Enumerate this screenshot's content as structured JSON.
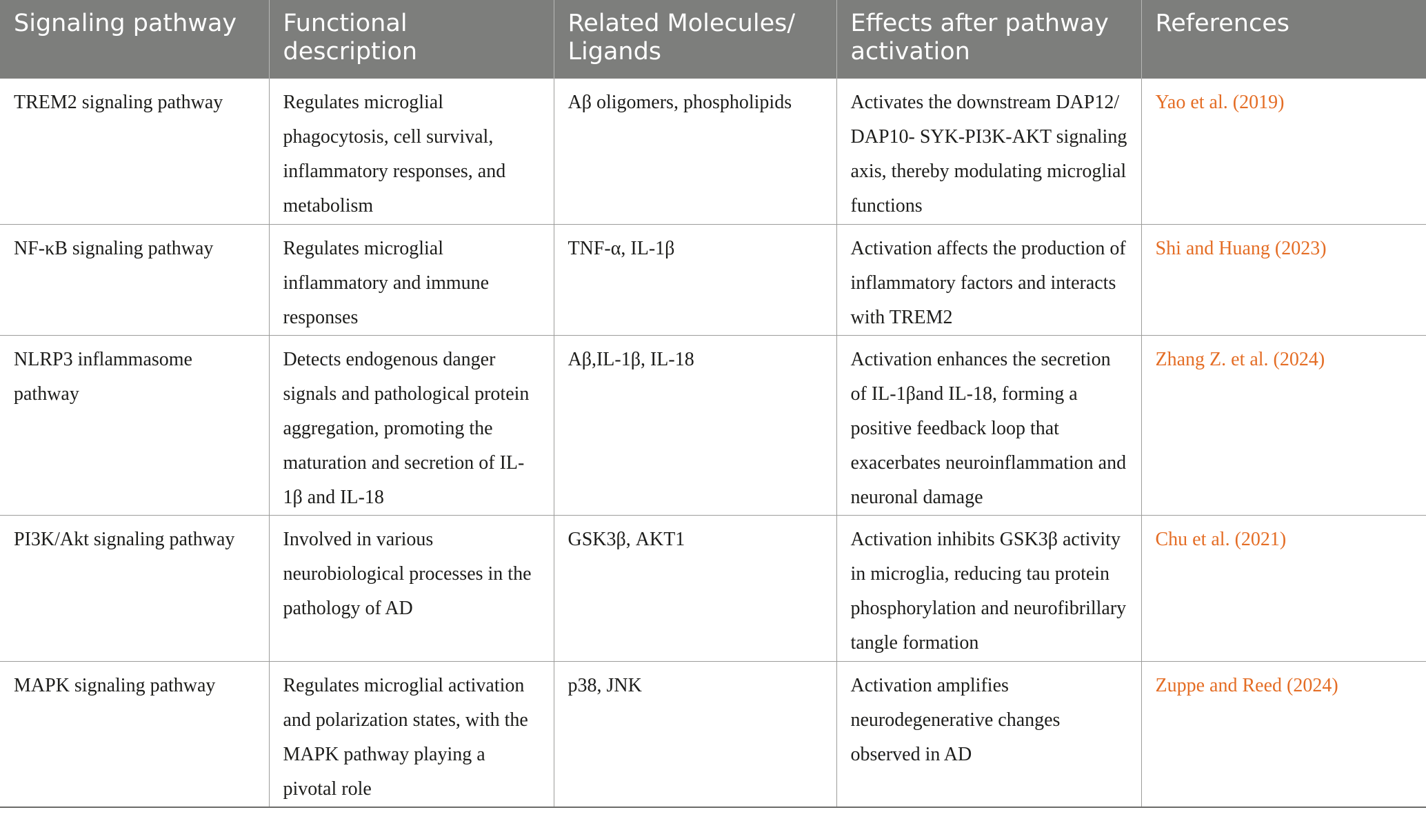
{
  "table": {
    "headers": [
      "Signaling pathway",
      "Functional description",
      "Related Molecules/ Ligands",
      "Effects after pathway activation",
      "References"
    ],
    "rows": [
      {
        "pathway": "TREM2 signaling pathway",
        "description": "Regulates microglial phagocytosis, cell survival, inflammatory responses, and metabolism",
        "molecules": "Aβ oligomers, phospholipids",
        "effects": "Activates the downstream DAP12/ DAP10- SYK-PI3K-AKT signaling axis, thereby modulating microglial functions",
        "reference": "Yao et al. (2019)"
      },
      {
        "pathway": "NF-κB signaling pathway",
        "description": "Regulates microglial inflammatory and immune responses",
        "molecules": "TNF-α, IL-1β",
        "effects": "Activation affects the production of inflammatory factors and interacts with TREM2",
        "reference": "Shi and Huang (2023)"
      },
      {
        "pathway": "NLRP3 inflammasome pathway",
        "description": "Detects endogenous danger signals and pathological protein aggregation, promoting the maturation and secretion of IL-1β and IL-18",
        "molecules": "Aβ,IL-1β, IL-18",
        "effects": "Activation enhances the secretion of IL-1βand IL-18, forming a positive feedback loop that exacerbates neuroinflammation and neuronal damage",
        "reference": "Zhang Z. et al. (2024)"
      },
      {
        "pathway": "PI3K/Akt signaling pathway",
        "description": "Involved in various neurobiological processes in the pathology of AD",
        "molecules": "GSK3β, AKT1",
        "effects": "Activation inhibits GSK3β activity in microglia, reducing tau protein phosphorylation and neurofibrillary tangle formation",
        "reference": "Chu et al. (2021)"
      },
      {
        "pathway": "MAPK signaling pathway",
        "description": "Regulates microglial activation and polarization states, with the MAPK pathway playing a pivotal role",
        "molecules": "p38, JNK",
        "effects": "Activation amplifies neurodegenerative changes observed in AD",
        "reference": "Zuppe and Reed (2024)"
      }
    ]
  },
  "colors": {
    "header_bg": "#7d7e7c",
    "header_text": "#ffffff",
    "reference_link": "#e46d25",
    "body_text": "#1d1d1b"
  }
}
